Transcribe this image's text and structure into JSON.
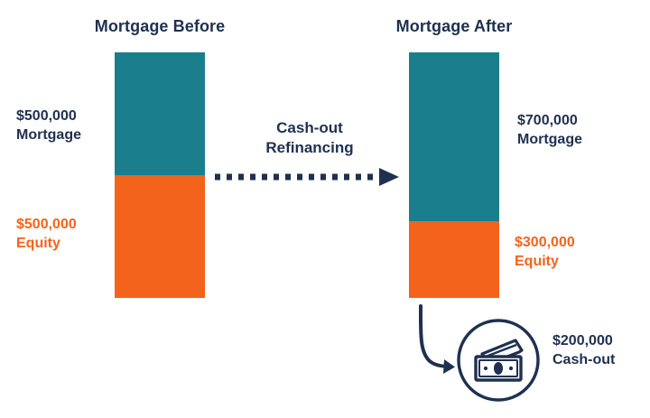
{
  "chart_data": {
    "type": "bar",
    "title": "Cash-out Refinancing",
    "xlabel": "",
    "ylabel": "",
    "stacked": true,
    "categories": [
      "Mortgage Before",
      "Mortgage After"
    ],
    "series": [
      {
        "name": "Mortgage",
        "values": [
          500000,
          700000
        ],
        "color": "#1b7e8c"
      },
      {
        "name": "Equity",
        "values": [
          500000,
          300000
        ],
        "color": "#f4631c"
      }
    ],
    "total_value": 1000000,
    "annotations": [
      {
        "text": "Cash-out Refinancing",
        "between": [
          "Mortgage Before",
          "Mortgage After"
        ]
      },
      {
        "text": "$200,000 Cash-out",
        "value": 200000,
        "attached_to": "Mortgage After"
      }
    ],
    "legend": "none",
    "grid": false
  },
  "figure": {
    "before": {
      "heading": "Mortgage Before",
      "mortgage": {
        "amount": "$500,000",
        "kind": "Mortgage"
      },
      "equity": {
        "amount": "$500,000",
        "kind": "Equity"
      }
    },
    "after": {
      "heading": "Mortgage After",
      "mortgage": {
        "amount": "$700,000",
        "kind": "Mortgage"
      },
      "equity": {
        "amount": "$300,000",
        "kind": "Equity"
      }
    },
    "transition": {
      "line1": "Cash-out",
      "line2": "Refinancing"
    },
    "cashout": {
      "amount": "$200,000",
      "kind": "Cash-out"
    },
    "colors": {
      "mortgage_teal": "#1b7e8c",
      "equity_orange": "#f4631c",
      "text_navy": "#1f3050",
      "background": "#ffffff"
    }
  }
}
